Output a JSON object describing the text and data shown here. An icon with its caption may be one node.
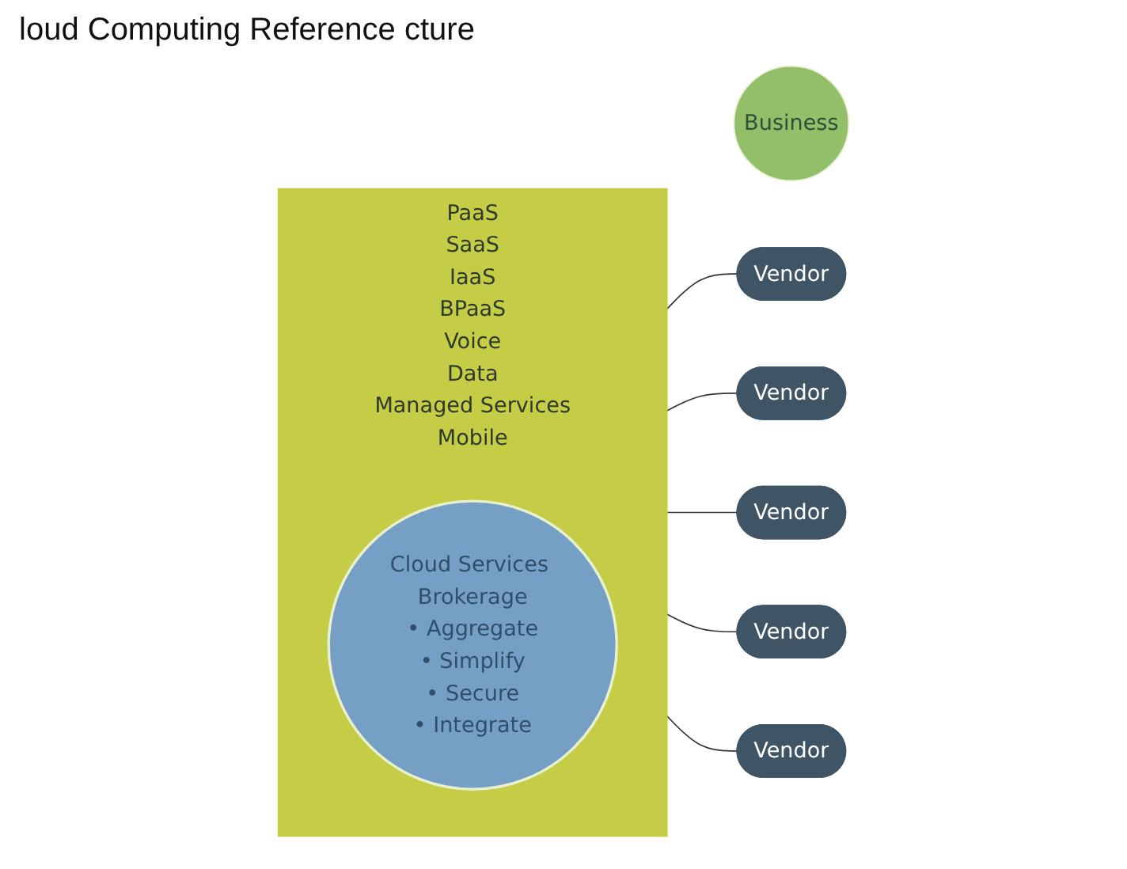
{
  "diagram": {
    "title": "loud Computing Reference cture",
    "nodes": [
      {
        "text": [
          "PaaS",
          "SaaS",
          "IaaS",
          "BPaaS",
          "Voice",
          "Data",
          "Managed Services",
          "Mobile"
        ]
      },
      {
        "text": [
          "Cloud Services Brokerage",
          "• Aggregate",
          "• Simplify",
          "• Secure",
          "• Integrate"
        ],
        "in": 0
      },
      {
        "text": [
          "Business"
        ]
      },
      {
        "text": [
          "Vendor"
        ]
      },
      {
        "text": [
          "Vendor"
        ]
      },
      {
        "text": [
          "Vendor"
        ]
      },
      {
        "text": [
          "Vendor"
        ]
      },
      {
        "text": [
          "Vendor"
        ]
      }
    ],
    "edges": [
      {
        "from": 3,
        "to": 0,
        "arrow": "none"
      },
      {
        "from": 4,
        "to": 0,
        "arrow": "none"
      },
      {
        "from": 5,
        "to": 0,
        "arrow": "none"
      },
      {
        "from": 6,
        "to": 0,
        "arrow": "none"
      },
      {
        "from": 7,
        "to": 0,
        "arrow": "none"
      }
    ]
  }
}
